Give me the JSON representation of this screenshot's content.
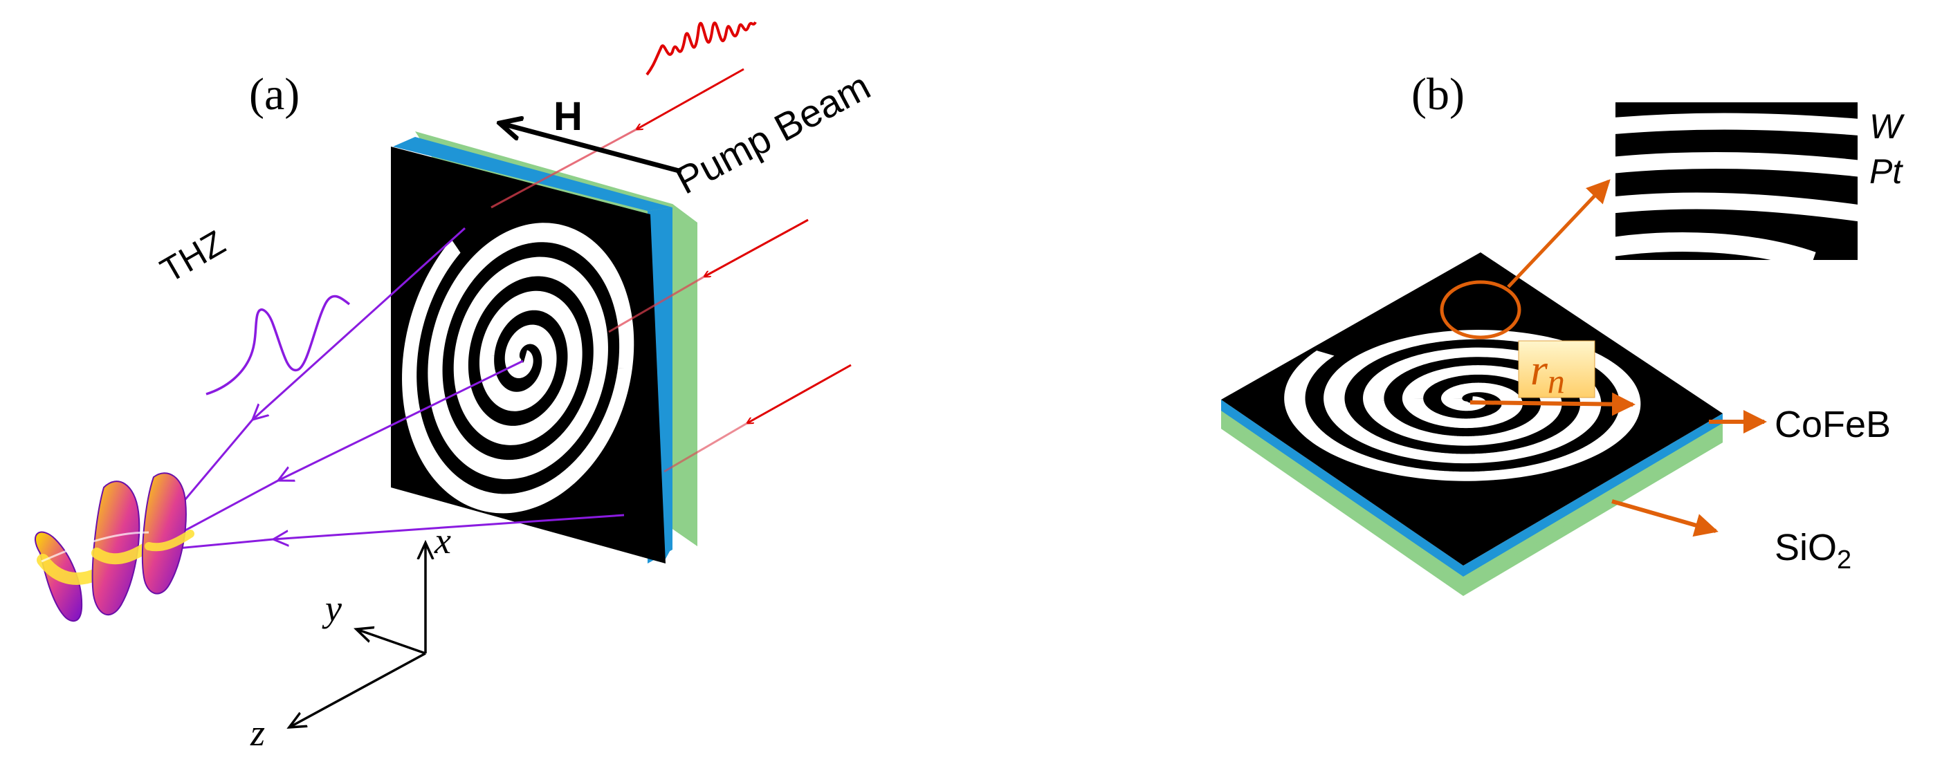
{
  "panel_a": {
    "label": "(a)",
    "field_label": "H",
    "pump_label": "Pump Beam",
    "thz_label": "THZ",
    "axes": {
      "x": "x",
      "y": "y",
      "z": "z"
    }
  },
  "panel_b": {
    "label": "(b)",
    "radius_label_base": "r",
    "radius_label_sub": "n",
    "layers": {
      "top_material": "W",
      "bottom_material": "Pt",
      "ferromagnet": "CoFeB",
      "substrate_base": "SiO",
      "substrate_sub": "2"
    }
  },
  "colors": {
    "pump": "#e00000",
    "thz": "#8a1be0",
    "annotation": "#e0600a",
    "substrate": "#8fd08a",
    "cofeb": "#1f95d6",
    "label_bg": "#ffe89a"
  }
}
